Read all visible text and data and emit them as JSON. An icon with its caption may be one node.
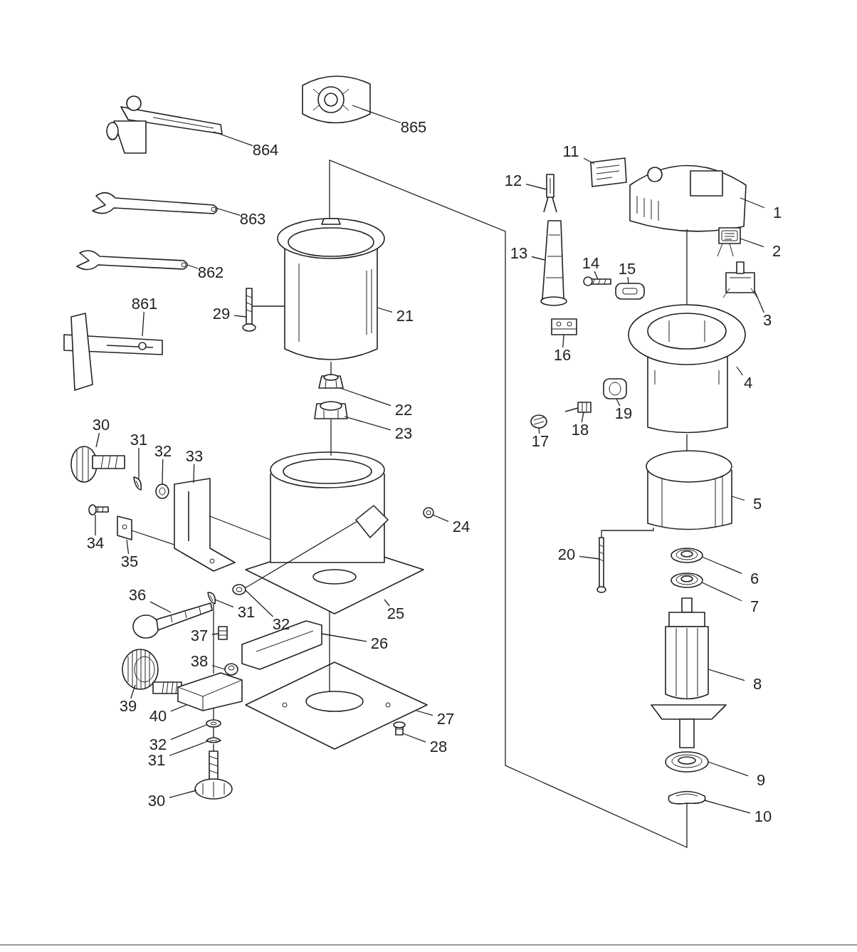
{
  "diagram": {
    "nodes": [
      {
        "text": [
          "865"
        ]
      },
      {
        "text": [
          "864"
        ]
      },
      {
        "text": [
          "11"
        ]
      },
      {
        "text": [
          "12"
        ]
      },
      {
        "text": [
          "1"
        ]
      },
      {
        "text": [
          "863"
        ]
      },
      {
        "text": [
          "2"
        ]
      },
      {
        "text": [
          "13"
        ]
      },
      {
        "text": [
          "14"
        ]
      },
      {
        "text": [
          "15"
        ]
      },
      {
        "text": [
          "862"
        ]
      },
      {
        "text": [
          "861"
        ]
      },
      {
        "text": [
          "29"
        ]
      },
      {
        "text": [
          "21"
        ]
      },
      {
        "text": [
          "3"
        ]
      },
      {
        "text": [
          "16"
        ]
      },
      {
        "text": [
          "4"
        ]
      },
      {
        "text": [
          "22"
        ]
      },
      {
        "text": [
          "23"
        ]
      },
      {
        "text": [
          "19"
        ]
      },
      {
        "text": [
          "30"
        ]
      },
      {
        "text": [
          "18"
        ]
      },
      {
        "text": [
          "31"
        ]
      },
      {
        "text": [
          "17"
        ]
      },
      {
        "text": [
          "32"
        ]
      },
      {
        "text": [
          "33"
        ]
      },
      {
        "text": [
          "5"
        ]
      },
      {
        "text": [
          "24"
        ]
      },
      {
        "text": [
          "34"
        ]
      },
      {
        "text": [
          "20"
        ]
      },
      {
        "text": [
          "35"
        ]
      },
      {
        "text": [
          "6"
        ]
      },
      {
        "text": [
          "36"
        ]
      },
      {
        "text": [
          "32"
        ]
      },
      {
        "text": [
          "31"
        ]
      },
      {
        "text": [
          "7"
        ]
      },
      {
        "text": [
          "25"
        ]
      },
      {
        "text": [
          "37"
        ]
      },
      {
        "text": [
          "26"
        ]
      },
      {
        "text": [
          "38"
        ]
      },
      {
        "text": [
          "8"
        ]
      },
      {
        "text": [
          "39"
        ]
      },
      {
        "text": [
          "40"
        ]
      },
      {
        "text": [
          "27"
        ]
      },
      {
        "text": [
          "32"
        ]
      },
      {
        "text": [
          "28"
        ]
      },
      {
        "text": [
          "31"
        ]
      },
      {
        "text": [
          "9"
        ]
      },
      {
        "text": [
          "30"
        ]
      },
      {
        "text": [
          "10"
        ]
      },
      {
        "text": [],
        "shape": "picture"
      },
      {
        "text": [],
        "shape": "picture"
      },
      {
        "text": [],
        "shape": "picture"
      },
      {
        "text": [],
        "shape": "picture"
      },
      {
        "text": [],
        "shape": "picture"
      },
      {
        "text": [],
        "shape": "picture"
      },
      {
        "text": [],
        "shape": "picture"
      },
      {
        "text": [],
        "shape": "picture"
      },
      {
        "text": [],
        "shape": "picture"
      },
      {
        "text": [],
        "shape": "picture"
      },
      {
        "text": [],
        "shape": "picture"
      },
      {
        "text": [],
        "shape": "picture"
      },
      {
        "text": [],
        "shape": "picture"
      },
      {
        "text": [],
        "shape": "picture"
      },
      {
        "text": [],
        "shape": "picture"
      },
      {
        "text": [],
        "shape": "picture"
      },
      {
        "text": [],
        "shape": "picture"
      },
      {
        "text": [],
        "shape": "picture"
      },
      {
        "text": [],
        "shape": "picture"
      },
      {
        "text": [],
        "shape": "picture"
      },
      {
        "text": [],
        "shape": "picture"
      },
      {
        "text": [],
        "shape": "picture"
      },
      {
        "text": [],
        "shape": "picture"
      },
      {
        "text": [],
        "shape": "picture"
      },
      {
        "text": [],
        "shape": "picture"
      },
      {
        "text": [],
        "shape": "picture"
      },
      {
        "text": [],
        "shape": "picture"
      },
      {
        "text": [],
        "shape": "picture"
      },
      {
        "text": [],
        "shape": "picture"
      },
      {
        "text": [],
        "shape": "picture"
      },
      {
        "text": [],
        "shape": "picture"
      },
      {
        "text": [],
        "shape": "picture"
      },
      {
        "text": [],
        "shape": "picture"
      },
      {
        "text": [],
        "shape": "picture"
      },
      {
        "text": [],
        "shape": "picture"
      },
      {
        "text": [],
        "shape": "picture"
      },
      {
        "text": [],
        "shape": "picture"
      },
      {
        "text": [],
        "shape": "picture"
      },
      {
        "text": [],
        "shape": "picture"
      },
      {
        "text": [],
        "shape": "picture"
      },
      {
        "text": [],
        "shape": "picture"
      },
      {
        "text": [],
        "shape": "picture"
      },
      {
        "text": [],
        "shape": "picture"
      },
      {
        "text": [],
        "shape": "picture"
      },
      {
        "text": [],
        "shape": "picture"
      },
      {
        "text": [],
        "shape": "picture"
      },
      {
        "text": [],
        "shape": "picture"
      },
      {
        "text": [],
        "shape": "picture"
      },
      {
        "text": [],
        "shape": "picture"
      },
      {
        "text": [],
        "shape": "picture"
      }
    ],
    "edges": [
      {
        "from": 0,
        "to": 50,
        "arrow": "none"
      },
      {
        "from": 1,
        "to": 51,
        "arrow": "none"
      },
      {
        "from": 2,
        "to": 52,
        "arrow": "none"
      },
      {
        "from": 3,
        "to": 53,
        "arrow": "none"
      },
      {
        "from": 4,
        "to": 54,
        "arrow": "none"
      },
      {
        "from": 5,
        "to": 55,
        "arrow": "none"
      },
      {
        "from": 6,
        "to": 56,
        "arrow": "none"
      },
      {
        "from": 7,
        "to": 57,
        "arrow": "none"
      },
      {
        "from": 8,
        "to": 58,
        "arrow": "none"
      },
      {
        "from": 9,
        "to": 59,
        "arrow": "none"
      },
      {
        "from": 10,
        "to": 60,
        "arrow": "none"
      },
      {
        "from": 11,
        "to": 61,
        "arrow": "none"
      },
      {
        "from": 12,
        "to": 62,
        "arrow": "none"
      },
      {
        "from": 13,
        "to": 63,
        "arrow": "none"
      },
      {
        "from": 14,
        "to": 64,
        "arrow": "none"
      },
      {
        "from": 15,
        "to": 65,
        "arrow": "none"
      },
      {
        "from": 16,
        "to": 66,
        "arrow": "none"
      },
      {
        "from": 17,
        "to": 67,
        "arrow": "none"
      },
      {
        "from": 18,
        "to": 68,
        "arrow": "none"
      },
      {
        "from": 19,
        "to": 69,
        "arrow": "none"
      },
      {
        "from": 20,
        "to": 70,
        "arrow": "none"
      },
      {
        "from": 21,
        "to": 71,
        "arrow": "none"
      },
      {
        "from": 22,
        "to": 72,
        "arrow": "none"
      },
      {
        "from": 23,
        "to": 73,
        "arrow": "none"
      },
      {
        "from": 24,
        "to": 74,
        "arrow": "none"
      },
      {
        "from": 25,
        "to": 75,
        "arrow": "none"
      },
      {
        "from": 26,
        "to": 76,
        "arrow": "none"
      },
      {
        "from": 27,
        "to": 77,
        "arrow": "none"
      },
      {
        "from": 28,
        "to": 78,
        "arrow": "none"
      },
      {
        "from": 29,
        "to": 79,
        "arrow": "none"
      },
      {
        "from": 30,
        "to": 80,
        "arrow": "none"
      },
      {
        "from": 31,
        "to": 81,
        "arrow": "none"
      },
      {
        "from": 32,
        "to": 82,
        "arrow": "none"
      },
      {
        "from": 33,
        "to": 83,
        "arrow": "none"
      },
      {
        "from": 34,
        "to": 84,
        "arrow": "none"
      },
      {
        "from": 35,
        "to": 85,
        "arrow": "none"
      },
      {
        "from": 36,
        "to": 86,
        "arrow": "none"
      },
      {
        "from": 37,
        "to": 87,
        "arrow": "none"
      },
      {
        "from": 38,
        "to": 88,
        "arrow": "none"
      },
      {
        "from": 39,
        "to": 89,
        "arrow": "none"
      },
      {
        "from": 40,
        "to": 90,
        "arrow": "none"
      },
      {
        "from": 41,
        "to": 91,
        "arrow": "none"
      },
      {
        "from": 42,
        "to": 92,
        "arrow": "none"
      },
      {
        "from": 43,
        "to": 93,
        "arrow": "none"
      },
      {
        "from": 44,
        "to": 94,
        "arrow": "none"
      },
      {
        "from": 45,
        "to": 95,
        "arrow": "none"
      },
      {
        "from": 46,
        "to": 96,
        "arrow": "none"
      },
      {
        "from": 47,
        "to": 97,
        "arrow": "none"
      },
      {
        "from": 48,
        "to": 98,
        "arrow": "none"
      },
      {
        "from": 49,
        "to": 99,
        "arrow": "none"
      },
      {
        "from": 63,
        "to": 99,
        "arrow": "none"
      },
      {
        "from": 67,
        "to": 63,
        "arrow": "none"
      },
      {
        "from": 68,
        "to": 86,
        "arrow": "none"
      },
      {
        "from": 86,
        "to": 93,
        "arrow": "none"
      },
      {
        "from": 62,
        "to": 63,
        "arrow": "none"
      },
      {
        "from": 54,
        "to": 66,
        "arrow": "none"
      },
      {
        "from": 66,
        "to": 76,
        "arrow": "none"
      },
      {
        "from": 79,
        "to": 76,
        "arrow": "none"
      },
      {
        "from": 75,
        "to": 86,
        "arrow": "none"
      },
      {
        "from": 80,
        "to": 75,
        "arrow": "none"
      },
      {
        "from": 84,
        "to": 92,
        "arrow": "none"
      },
      {
        "from": 83,
        "to": 86,
        "arrow": "none"
      },
      {
        "from": 92,
        "to": 94,
        "arrow": "none"
      },
      {
        "from": 94,
        "to": 96,
        "arrow": "none"
      },
      {
        "from": 96,
        "to": 98,
        "arrow": "none"
      }
    ]
  }
}
